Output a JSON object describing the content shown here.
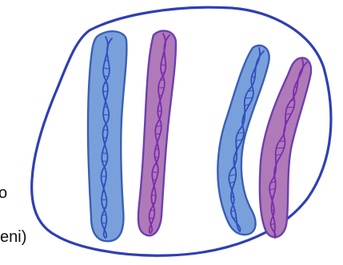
{
  "labels": {
    "fragment_top": "o",
    "fragment_bottom": "eni)"
  },
  "colors": {
    "cell_outline": "#2f3fb3",
    "blue_fill": "#7aa0db",
    "blue_outline": "#3a5fb5",
    "blue_dna": "#2e4fc0",
    "purple_fill": "#b07ab8",
    "purple_outline": "#6b3fb0",
    "purple_dna": "#7a2cb0",
    "background": "#ffffff"
  },
  "chromosomes": [
    {
      "name": "blue-chromosome-left",
      "color_group": "blue"
    },
    {
      "name": "purple-chromosome-left",
      "color_group": "purple"
    },
    {
      "name": "blue-chromosome-right",
      "color_group": "blue"
    },
    {
      "name": "purple-chromosome-right",
      "color_group": "purple"
    }
  ]
}
